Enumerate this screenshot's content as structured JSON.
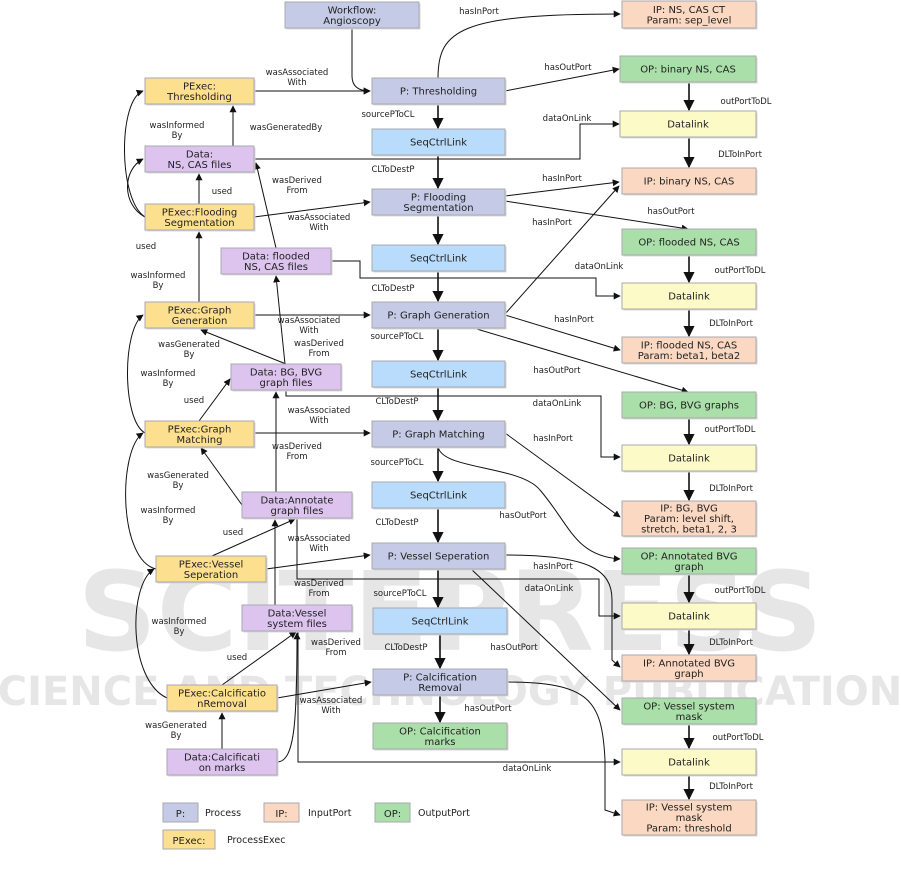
{
  "colors": {
    "process": "#c5cae6",
    "seqctrllink": "#b9dcfd",
    "inputport": "#fbd8c2",
    "outputport": "#aadfaa",
    "datalink": "#fcfbc8",
    "processexec": "#fde08f",
    "data": "#dcc4ef"
  },
  "watermark": {
    "main": "SCITEPRESS",
    "sub": "SCIENCE AND TECHNOLOGY PUBLICATIONS"
  },
  "nodes": [
    {
      "id": "workflow",
      "type": "process",
      "lines": [
        "Workflow:",
        "Angioscopy"
      ]
    },
    {
      "id": "p-thresholding",
      "type": "process",
      "lines": [
        "P: Thresholding"
      ]
    },
    {
      "id": "seq1",
      "type": "seqctrllink",
      "lines": [
        "SeqCtrlLink"
      ]
    },
    {
      "id": "p-flooding",
      "type": "process",
      "lines": [
        "P: Flooding",
        "Segmentation"
      ]
    },
    {
      "id": "seq2",
      "type": "seqctrllink",
      "lines": [
        "SeqCtrlLink"
      ]
    },
    {
      "id": "p-graph-generation",
      "type": "process",
      "lines": [
        "P: Graph Generation"
      ]
    },
    {
      "id": "seq3",
      "type": "seqctrllink",
      "lines": [
        "SeqCtrlLink"
      ]
    },
    {
      "id": "p-graph-matching",
      "type": "process",
      "lines": [
        "P: Graph Matching"
      ]
    },
    {
      "id": "seq4",
      "type": "seqctrllink",
      "lines": [
        "SeqCtrlLink"
      ]
    },
    {
      "id": "p-vessel",
      "type": "process",
      "lines": [
        "P: Vessel Seperation"
      ]
    },
    {
      "id": "seq5",
      "type": "seqctrllink",
      "lines": [
        "SeqCtrlLink"
      ]
    },
    {
      "id": "p-calcification",
      "type": "process",
      "lines": [
        "P: Calcification",
        "Removal"
      ]
    },
    {
      "id": "op-calcification",
      "type": "outputport",
      "lines": [
        "OP:  Calcification",
        "marks"
      ]
    },
    {
      "id": "ip-ns-cas-ct",
      "type": "inputport",
      "lines": [
        "IP: NS, CAS CT",
        "Param: sep_level"
      ]
    },
    {
      "id": "op-binary",
      "type": "outputport",
      "lines": [
        "OP: binary NS, CAS"
      ]
    },
    {
      "id": "dl1",
      "type": "datalink",
      "lines": [
        "Datalink"
      ]
    },
    {
      "id": "ip-binary",
      "type": "inputport",
      "lines": [
        "IP: binary NS, CAS"
      ]
    },
    {
      "id": "op-flooded",
      "type": "outputport",
      "lines": [
        "OP: flooded NS, CAS"
      ]
    },
    {
      "id": "dl2",
      "type": "datalink",
      "lines": [
        "Datalink"
      ]
    },
    {
      "id": "ip-flooded",
      "type": "inputport",
      "lines": [
        "IP: flooded NS, CAS",
        "Param: beta1, beta2"
      ]
    },
    {
      "id": "op-bg-bvg",
      "type": "outputport",
      "lines": [
        "OP: BG, BVG graphs"
      ]
    },
    {
      "id": "dl3",
      "type": "datalink",
      "lines": [
        "Datalink"
      ]
    },
    {
      "id": "ip-bg-bvg",
      "type": "inputport",
      "lines": [
        "IP: BG, BVG",
        "Param: level shift,",
        "stretch, beta1, 2, 3"
      ]
    },
    {
      "id": "op-annotated",
      "type": "outputport",
      "lines": [
        "OP: Annotated BVG",
        "graph"
      ]
    },
    {
      "id": "dl4",
      "type": "datalink",
      "lines": [
        "Datalink"
      ]
    },
    {
      "id": "ip-annotated",
      "type": "inputport",
      "lines": [
        "IP: Annotated BVG",
        "graph"
      ]
    },
    {
      "id": "op-vessel-mask",
      "type": "outputport",
      "lines": [
        "OP: Vessel system",
        "mask"
      ]
    },
    {
      "id": "dl5",
      "type": "datalink",
      "lines": [
        "Datalink"
      ]
    },
    {
      "id": "ip-vessel-mask",
      "type": "inputport",
      "lines": [
        "IP: Vessel system",
        "mask",
        "Param: threshold"
      ]
    },
    {
      "id": "pexec-thresholding",
      "type": "processexec",
      "lines": [
        "PExec:",
        "Thresholding"
      ]
    },
    {
      "id": "data-ns-cas",
      "type": "data",
      "lines": [
        "Data:",
        "NS, CAS files"
      ]
    },
    {
      "id": "pexec-flooding",
      "type": "processexec",
      "lines": [
        "PExec:Flooding",
        "Segmentation"
      ]
    },
    {
      "id": "data-flooded",
      "type": "data",
      "lines": [
        "Data: flooded",
        "NS, CAS files"
      ]
    },
    {
      "id": "pexec-graph-generation",
      "type": "processexec",
      "lines": [
        "PExec:Graph",
        "Generation"
      ]
    },
    {
      "id": "data-bg-bvg",
      "type": "data",
      "lines": [
        "Data: BG, BVG",
        "graph files"
      ]
    },
    {
      "id": "pexec-graph-matching",
      "type": "processexec",
      "lines": [
        "PExec:Graph",
        "Matching"
      ]
    },
    {
      "id": "data-annotate",
      "type": "data",
      "lines": [
        "Data:Annotate",
        "graph files"
      ]
    },
    {
      "id": "pexec-vessel",
      "type": "processexec",
      "lines": [
        "PExec:Vessel",
        "Seperation"
      ]
    },
    {
      "id": "data-vessel",
      "type": "data",
      "lines": [
        "Data:Vessel",
        "system files"
      ]
    },
    {
      "id": "pexec-calcification",
      "type": "processexec",
      "lines": [
        "PExec:Calcificatio",
        "nRemoval"
      ]
    },
    {
      "id": "data-calcification",
      "type": "data",
      "lines": [
        "Data:Calcificati",
        "on marks"
      ]
    }
  ],
  "edge_labels": [
    [
      "hasInPort"
    ],
    [
      "wasAssociated",
      "With"
    ],
    [
      "hasOutPort"
    ],
    [
      "outPortToDL"
    ],
    [
      "sourcePToCL"
    ],
    [
      "wasInformed",
      "By"
    ],
    [
      "wasGeneratedBy"
    ],
    [
      "dataOnLink"
    ],
    [
      "DLToInPort"
    ],
    [
      "CLToDestP"
    ],
    [
      "hasInPort"
    ],
    [
      "wasDerived",
      "From"
    ],
    [
      "used"
    ],
    [
      "wasAssociated",
      "With"
    ],
    [
      "hasOutPort"
    ],
    [
      "hasInPort"
    ],
    [
      "used"
    ],
    [
      "wasInformed",
      "By"
    ],
    [
      "dataOnLink"
    ],
    [
      "outPortToDL"
    ],
    [
      "CLToDestP"
    ],
    [
      "wasAssociated",
      "With"
    ],
    [
      "hasInPort"
    ],
    [
      "DLToInPort"
    ],
    [
      "wasGenerated",
      "By"
    ],
    [
      "wasDerived",
      "From"
    ],
    [
      "sourcePToCL"
    ],
    [
      "hasOutPort"
    ],
    [
      "wasInformed",
      "By"
    ],
    [
      "used"
    ],
    [
      "CLToDestP"
    ],
    [
      "dataOnLink"
    ],
    [
      "wasAssociated",
      "With"
    ],
    [
      "outPortToDL"
    ],
    [
      "hasInPort"
    ],
    [
      "wasDerived",
      "From"
    ],
    [
      "sourcePToCL"
    ],
    [
      "wasGenerated",
      "By"
    ],
    [
      "DLToInPort"
    ],
    [
      "wasInformed",
      "By"
    ],
    [
      "hasOutPort"
    ],
    [
      "CLToDestP"
    ],
    [
      "used"
    ],
    [
      "wasAssociated",
      "With"
    ],
    [
      "hasInPort"
    ],
    [
      "wasDerived",
      "From"
    ],
    [
      "sourcePToCL"
    ],
    [
      "dataOnLink"
    ],
    [
      "outPortToDL"
    ],
    [
      "wasInformed",
      "By"
    ],
    [
      "used"
    ],
    [
      "wasDerived",
      "From"
    ],
    [
      "CLToDestP"
    ],
    [
      "hasOutPort"
    ],
    [
      "DLToInPort"
    ],
    [
      "wasAssociated",
      "With"
    ],
    [
      "hasOutPort"
    ],
    [
      "wasGenerated",
      "By"
    ],
    [
      "outPortToDL"
    ],
    [
      "dataOnLink"
    ],
    [
      "DLToInPort"
    ]
  ],
  "legend": [
    {
      "type": "process",
      "abbr": "P:",
      "label": "Process"
    },
    {
      "type": "inputport",
      "abbr": "IP:",
      "label": "InputPort"
    },
    {
      "type": "outputport",
      "abbr": "OP:",
      "label": "OutputPort"
    },
    {
      "type": "processexec",
      "abbr": "PExec:",
      "label": "ProcessExec"
    }
  ]
}
